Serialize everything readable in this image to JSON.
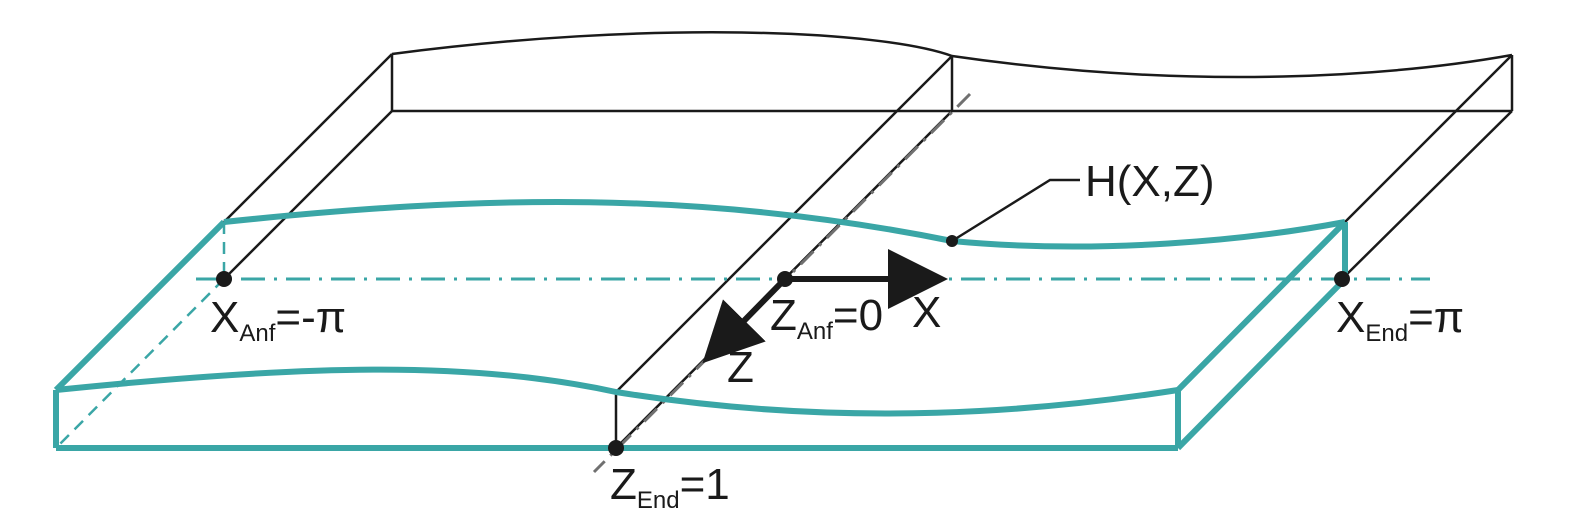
{
  "colors": {
    "accent": "#3aa6a6",
    "outline": "#1a1a1a",
    "centerline": "#707070",
    "background": "#ffffff"
  },
  "labels": {
    "surface": "H(X,Z)",
    "x_axis": "X",
    "z_axis": "Z",
    "x_start_main": "X",
    "x_start_sub": "Anf",
    "x_start_value": "=-π",
    "x_end_main": "X",
    "x_end_sub": "End",
    "x_end_value": "=π",
    "z_start_main": "Z",
    "z_start_sub": "Anf",
    "z_start_value": "=0",
    "z_end_main": "Z",
    "z_end_sub": "End",
    "z_end_value": "=1"
  }
}
